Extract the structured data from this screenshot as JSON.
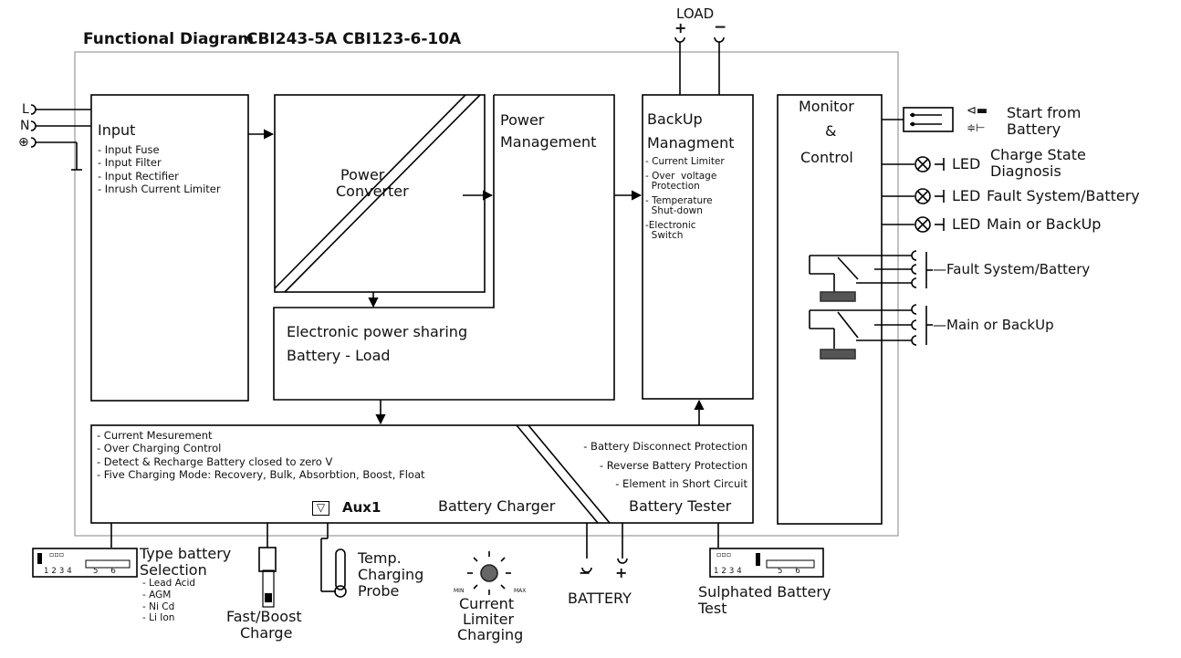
{
  "title": "Functional Diagram",
  "models": "CBI243-5A   CBI123-6-10A",
  "load": {
    "label": "LOAD",
    "plus": "+",
    "minus": "−"
  },
  "mains_terminals": [
    "L",
    "N",
    "⊕"
  ],
  "input": {
    "title": "Input",
    "items": [
      "- Input Fuse",
      "- Input Filter",
      "- Input Rectifier",
      "- Inrush Current Limiter"
    ]
  },
  "converter": {
    "line1": "Power",
    "line2": "Converter"
  },
  "power_management": {
    "line1": "Power",
    "line2": "Management"
  },
  "sharing": {
    "line1": "Electronic power sharing",
    "line2": "Battery - Load"
  },
  "backup": {
    "line1": "BackUp",
    "line2": "Managment",
    "items": [
      "- Current Limiter",
      "- Over  voltage\n  Protection",
      "- Temperature\n  Shut-down",
      "-Electronic\n  Switch"
    ]
  },
  "monitor": {
    "line1": "Monitor",
    "line2": "&",
    "line3": "Control"
  },
  "charger_list": [
    "- Current Mesurement",
    "- Over Charging Control",
    "- Detect & Recharge Battery closed to zero V",
    "- Five Charging Mode: Recovery, Bulk, Absorbtion, Boost, Float"
  ],
  "tester_list": [
    "- Battery Disconnect Protection",
    "- Reverse Battery Protection",
    "- Element in Short Circuit"
  ],
  "aux1": "Aux1",
  "battery_charger": "Battery Charger",
  "battery_tester": "Battery Tester",
  "start_from_battery": {
    "line1": "Start from",
    "line2": "Battery"
  },
  "led_charge": {
    "led": "LED",
    "line1": "Charge State",
    "line2": "Diagnosis"
  },
  "led_fault": {
    "led": "LED",
    "label": "Fault System/Battery"
  },
  "led_main": {
    "led": "LED",
    "label": "Main or BackUp"
  },
  "relay_fault": "Fault System/Battery",
  "relay_main": "Main or BackUp",
  "type_battery": {
    "line1": "Type battery",
    "line2": "Selection",
    "items": [
      "- Lead Acid",
      "- AGM",
      "- Ni Cd",
      "- Li Ion"
    ]
  },
  "dip_numbers": [
    "1",
    "2",
    "3",
    "4",
    "5",
    "6"
  ],
  "fast_boost": {
    "line1": "Fast/Boost",
    "line2": "Charge"
  },
  "temp_probe": {
    "line1": "Temp.",
    "line2": "Charging",
    "line3": "Probe"
  },
  "current_limiter": {
    "line1": "Current",
    "line2": "Limiter",
    "line3": "Charging",
    "min": "MIN",
    "max": "MAX"
  },
  "battery": {
    "label": "BATTERY",
    "minus": "−",
    "plus": "+"
  },
  "sulphated": {
    "line1": "Sulphated Battery",
    "line2": "Test"
  }
}
